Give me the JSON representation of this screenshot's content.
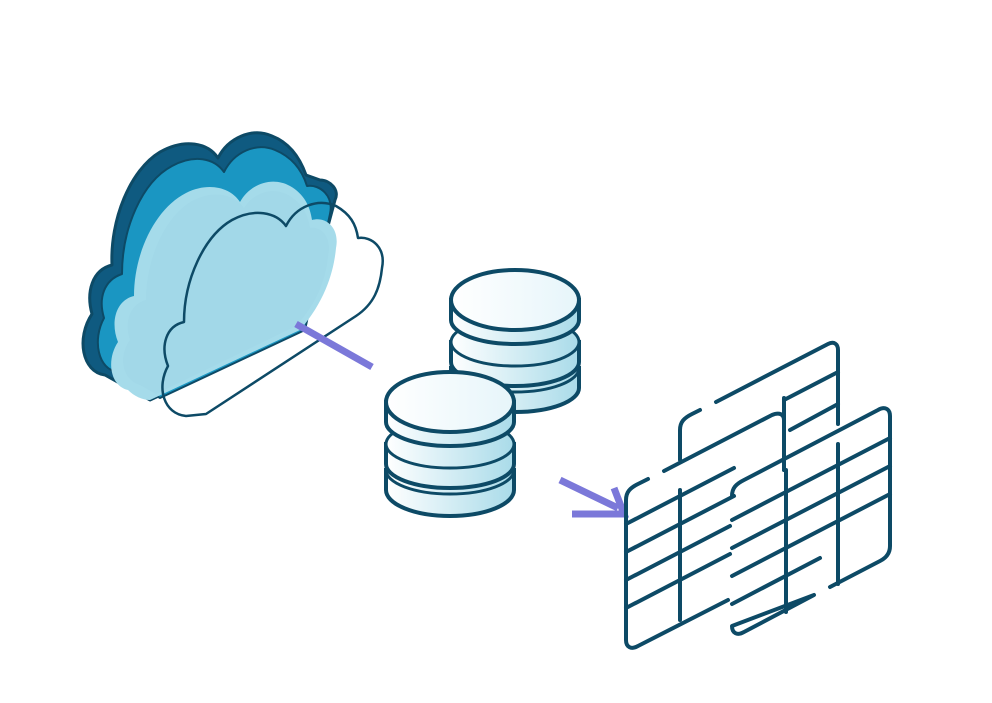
{
  "diagram": {
    "nodes": [
      {
        "id": "cloud",
        "icon": "cloud-icon"
      },
      {
        "id": "database-back",
        "icon": "database-icon"
      },
      {
        "id": "database-front",
        "icon": "database-icon"
      },
      {
        "id": "table-back",
        "icon": "table-grid-icon"
      },
      {
        "id": "table-front",
        "icon": "table-grid-icon"
      }
    ],
    "edges": [
      {
        "from": "cloud",
        "to": "database-front",
        "style": "line"
      },
      {
        "from": "database-front",
        "to": "table-back",
        "style": "arrow"
      }
    ]
  },
  "colors": {
    "outline": "#0d4a66",
    "cloud_dark": "#0f5a80",
    "cloud_mid": "#1a96c2",
    "cloud_light": "#a5dbea",
    "db_fill_top": "#ffffff",
    "db_fill_bottom": "#a9dbe9",
    "connector": "#7b78d9",
    "background": "#ffffff"
  }
}
